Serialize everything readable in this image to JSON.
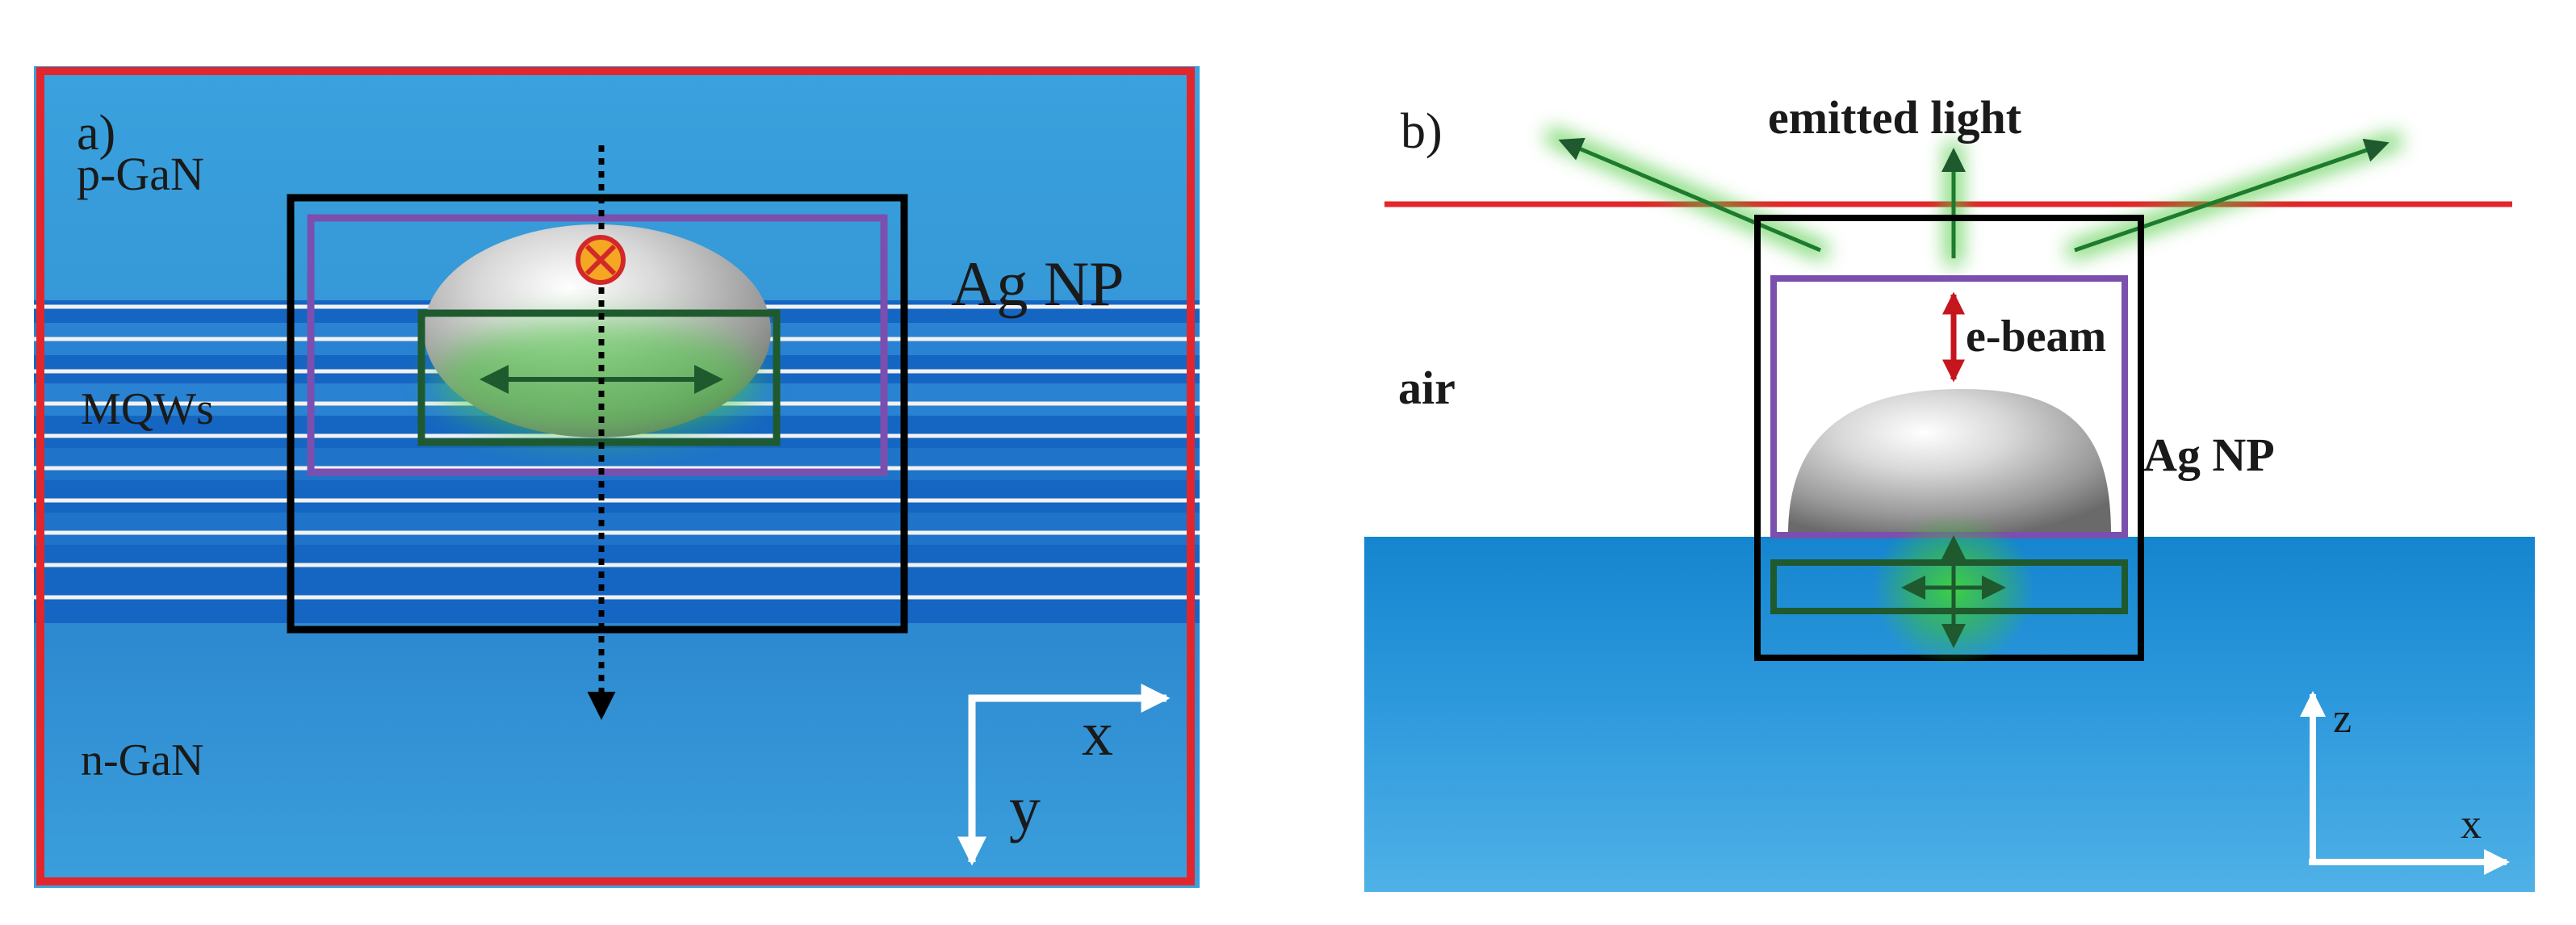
{
  "panel_a": {
    "label": "a)",
    "layer_top": "p-GaN",
    "layer_mid": "MQWs",
    "layer_bottom": "n-GaN",
    "np_label": "Ag NP",
    "axis_x": "x",
    "axis_y": "y"
  },
  "panel_b": {
    "label": "b)",
    "emitted_label": "emitted light",
    "ebeam_label": "e-beam",
    "air_label": "air",
    "np_label": "Ag NP",
    "axis_z": "z",
    "axis_x": "x"
  },
  "colors": {
    "substrate_blue": "#3a9fdc",
    "deep_blue": "#0a62b8",
    "boundary_red": "#e3262b",
    "monitor_purple": "#7b4fae",
    "source_green": "#1e5a2e",
    "glow_green": "#3fc03c",
    "ebeam_red": "#c4161c"
  }
}
